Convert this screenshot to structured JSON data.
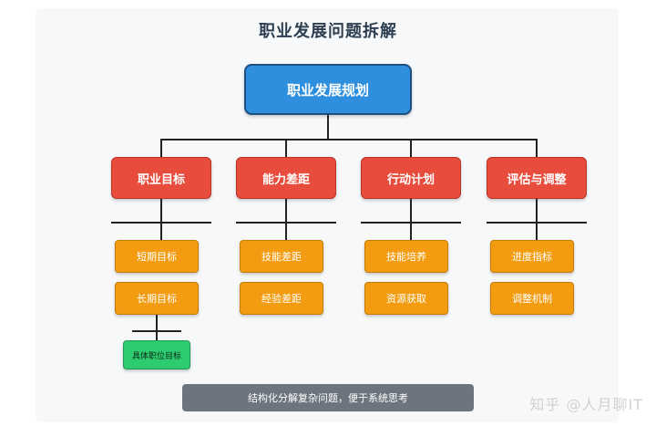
{
  "title": "职业发展问题拆解",
  "root": "职业发展规划",
  "categories": [
    {
      "label": "职业目标",
      "subs": [
        "短期目标",
        "长期目标"
      ],
      "leaf": "具体职位目标"
    },
    {
      "label": "能力差距",
      "subs": [
        "技能差距",
        "经验差距"
      ]
    },
    {
      "label": "行动计划",
      "subs": [
        "技能培养",
        "资源获取"
      ]
    },
    {
      "label": "评估与调整",
      "subs": [
        "进度指标",
        "调整机制"
      ]
    }
  ],
  "note": "结构化分解复杂问题，便于系统思考",
  "watermark": "知乎 @人月聊IT",
  "colors": {
    "root": "#2e8fde",
    "category": "#e74c3c",
    "sub": "#f39c12",
    "leaf": "#2ecc71",
    "note": "#6c757d"
  }
}
